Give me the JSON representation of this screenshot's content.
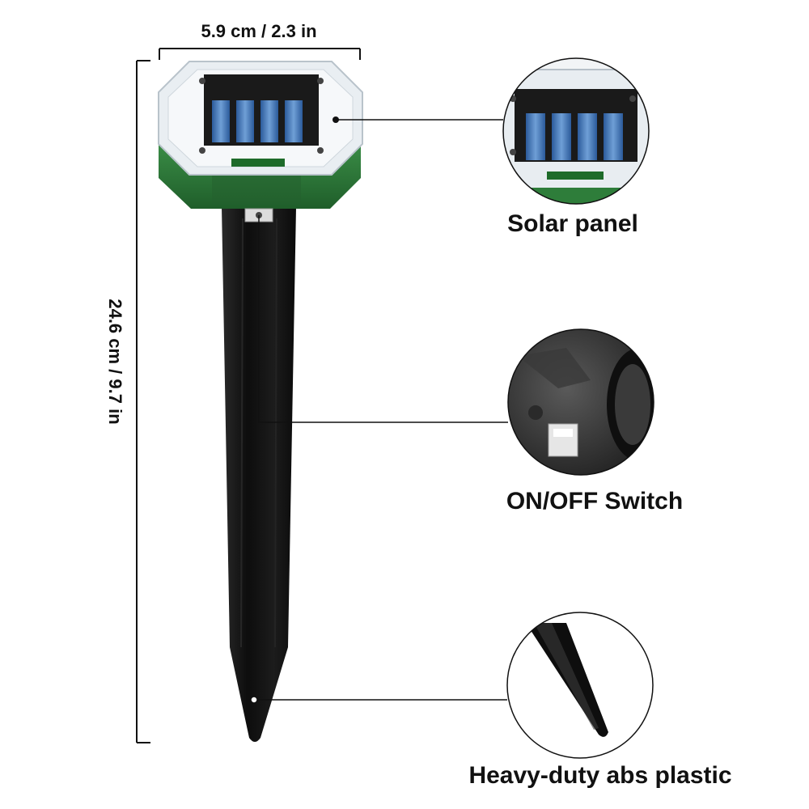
{
  "dimensions": {
    "width_label": "5.9 cm / 2.3 in",
    "height_label": "24.6 cm / 9.7 in"
  },
  "callouts": [
    {
      "label": "Solar panel",
      "icon": "solar-panel-closeup"
    },
    {
      "label": "ON/OFF Switch",
      "icon": "switch-closeup"
    },
    {
      "label": "Heavy-duty abs plastic",
      "icon": "stake-tip-closeup"
    }
  ],
  "colors": {
    "housing_green": "#2e7d3a",
    "stake_black": "#141414",
    "panel_blue": "#3a6fb0",
    "text": "#111111"
  }
}
